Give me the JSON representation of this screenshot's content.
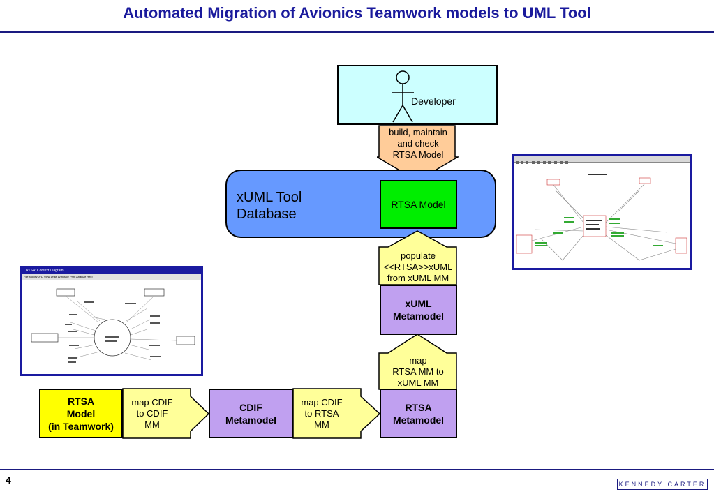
{
  "title": "Automated Migration of Avionics Teamwork models to UML Tool",
  "page_number": "4",
  "logo_text": "KENNEDY CARTER",
  "developer": {
    "label": "Developer"
  },
  "flows": {
    "build": "build, maintain\n and check\nRTSA Model",
    "populate": "populate\n<<RTSA>>xUML\nfrom xUML MM",
    "map_xuml": "map\nRTSA MM to\nxUML MM",
    "map_cdif": "map CDIF\nto CDIF\nMM",
    "map_rtsa": "map CDIF\nto RTSA\nMM"
  },
  "database": {
    "label": "xUML Tool\nDatabase",
    "inner": "RTSA Model"
  },
  "nodes": {
    "xuml_mm": "xUML\nMetamodel",
    "rtsa_mm": "RTSA\nMetamodel",
    "cdif_mm": "CDIF\nMetamodel",
    "rtsa_model": "RTSA\nModel\n(in Teamwork)"
  },
  "screenshot_left": {
    "window_title": "RTSA: Context Diagram",
    "menu": "File  Model/DFD  View  Draw  Annotate  Print  Analyze  Help"
  },
  "colors": {
    "title": "#1a1a9c",
    "developer_bg": "#ccffff",
    "flow_orange": "#ffcc99",
    "database_blue": "#6699ff",
    "rtsa_green": "#00ee00",
    "metamodel_purple": "#c0a0f0",
    "teamwork_yellow": "#ffff00",
    "flow_yellow": "#ffff99"
  }
}
